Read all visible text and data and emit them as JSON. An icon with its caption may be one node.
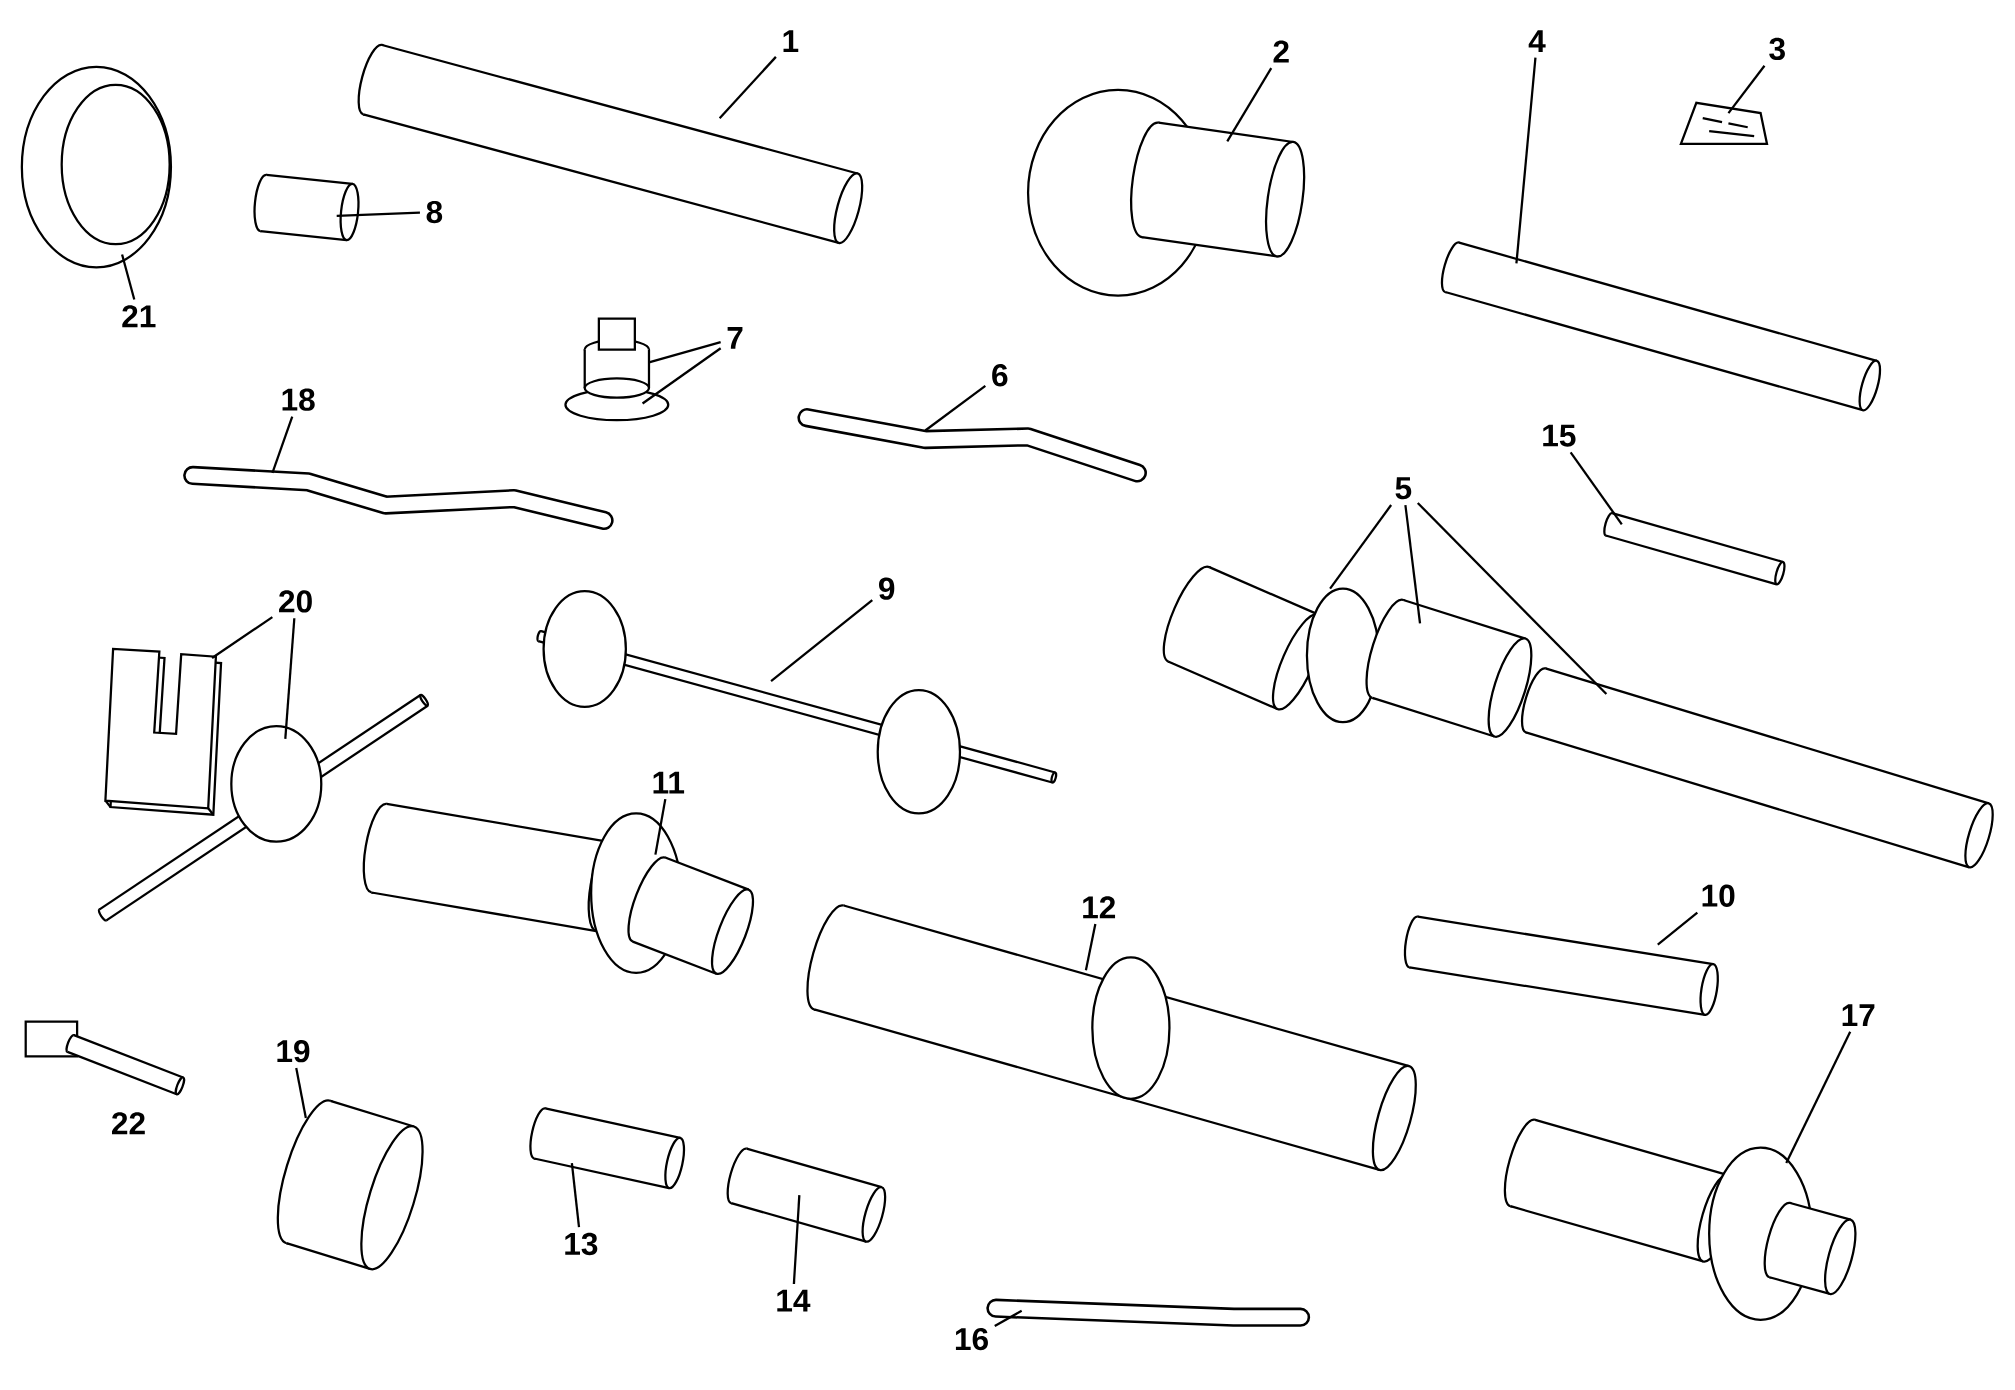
{
  "diagram": {
    "nodes": [
      {
        "text": [
          "1"
        ]
      },
      {
        "text": [],
        "shape": "picture"
      },
      {
        "text": [
          "2"
        ]
      },
      {
        "text": [],
        "shape": "picture"
      },
      {
        "text": [
          "4"
        ]
      },
      {
        "text": [],
        "shape": "picture"
      },
      {
        "text": [
          "3"
        ]
      },
      {
        "text": [],
        "shape": "picture"
      },
      {
        "text": [
          "21"
        ]
      },
      {
        "text": [],
        "shape": "picture"
      },
      {
        "text": [
          "8"
        ]
      },
      {
        "text": [],
        "shape": "picture"
      },
      {
        "text": [
          "7"
        ]
      },
      {
        "text": [],
        "shape": "picture"
      },
      {
        "text": [
          "18"
        ]
      },
      {
        "text": [],
        "shape": "picture"
      },
      {
        "text": [
          "6"
        ]
      },
      {
        "text": [],
        "shape": "picture"
      },
      {
        "text": [
          "15"
        ]
      },
      {
        "text": [],
        "shape": "picture"
      },
      {
        "text": [
          "5"
        ]
      },
      {
        "text": [],
        "shape": "picture"
      },
      {
        "text": [],
        "shape": "picture"
      },
      {
        "text": [],
        "shape": "picture"
      },
      {
        "text": [
          "20"
        ]
      },
      {
        "text": [],
        "shape": "picture"
      },
      {
        "text": [],
        "shape": "picture"
      },
      {
        "text": [
          "9"
        ]
      },
      {
        "text": [],
        "shape": "picture"
      },
      {
        "text": [
          "11"
        ]
      },
      {
        "text": [],
        "shape": "picture"
      },
      {
        "text": [
          "12"
        ]
      },
      {
        "text": [],
        "shape": "picture"
      },
      {
        "text": [
          "10"
        ]
      },
      {
        "text": [],
        "shape": "picture"
      },
      {
        "text": [
          "17"
        ]
      },
      {
        "text": [],
        "shape": "picture"
      },
      {
        "text": [
          "19"
        ]
      },
      {
        "text": [],
        "shape": "picture"
      },
      {
        "text": [
          "13"
        ]
      },
      {
        "text": [],
        "shape": "picture"
      },
      {
        "text": [
          "14"
        ]
      },
      {
        "text": [],
        "shape": "picture"
      },
      {
        "text": [
          "16"
        ]
      },
      {
        "text": [],
        "shape": "picture"
      }
    ],
    "edges": [
      {
        "from": 0,
        "to": 1,
        "arrow": "none"
      },
      {
        "from": 2,
        "to": 3,
        "arrow": "none"
      },
      {
        "from": 4,
        "to": 5,
        "arrow": "none"
      },
      {
        "from": 6,
        "to": 7,
        "arrow": "none"
      },
      {
        "from": 8,
        "to": 9,
        "arrow": "none"
      },
      {
        "from": 10,
        "to": 11,
        "arrow": "none"
      },
      {
        "from": 12,
        "to": 13,
        "arrow": "none"
      },
      {
        "from": 12,
        "to": 13,
        "arrow": "none"
      },
      {
        "from": 14,
        "to": 15,
        "arrow": "none"
      },
      {
        "from": 16,
        "to": 17,
        "arrow": "none"
      },
      {
        "from": 18,
        "to": 19,
        "arrow": "none"
      },
      {
        "from": 20,
        "to": 21,
        "arrow": "none"
      },
      {
        "from": 20,
        "to": 22,
        "arrow": "none"
      },
      {
        "from": 20,
        "to": 23,
        "arrow": "none"
      },
      {
        "from": 24,
        "to": 25,
        "arrow": "none"
      },
      {
        "from": 24,
        "to": 26,
        "arrow": "none"
      },
      {
        "from": 27,
        "to": 28,
        "arrow": "none"
      },
      {
        "from": 29,
        "to": 30,
        "arrow": "none"
      },
      {
        "from": 31,
        "to": 32,
        "arrow": "none"
      },
      {
        "from": 33,
        "to": 34,
        "arrow": "none"
      },
      {
        "from": 35,
        "to": 36,
        "arrow": "none"
      },
      {
        "from": 37,
        "to": 38,
        "arrow": "none"
      },
      {
        "from": 39,
        "to": 40,
        "arrow": "none"
      },
      {
        "from": 41,
        "to": 42,
        "arrow": "none"
      },
      {
        "from": 43,
        "to": 44,
        "arrow": "none"
      }
    ],
    "labels": [
      "22"
    ]
  }
}
